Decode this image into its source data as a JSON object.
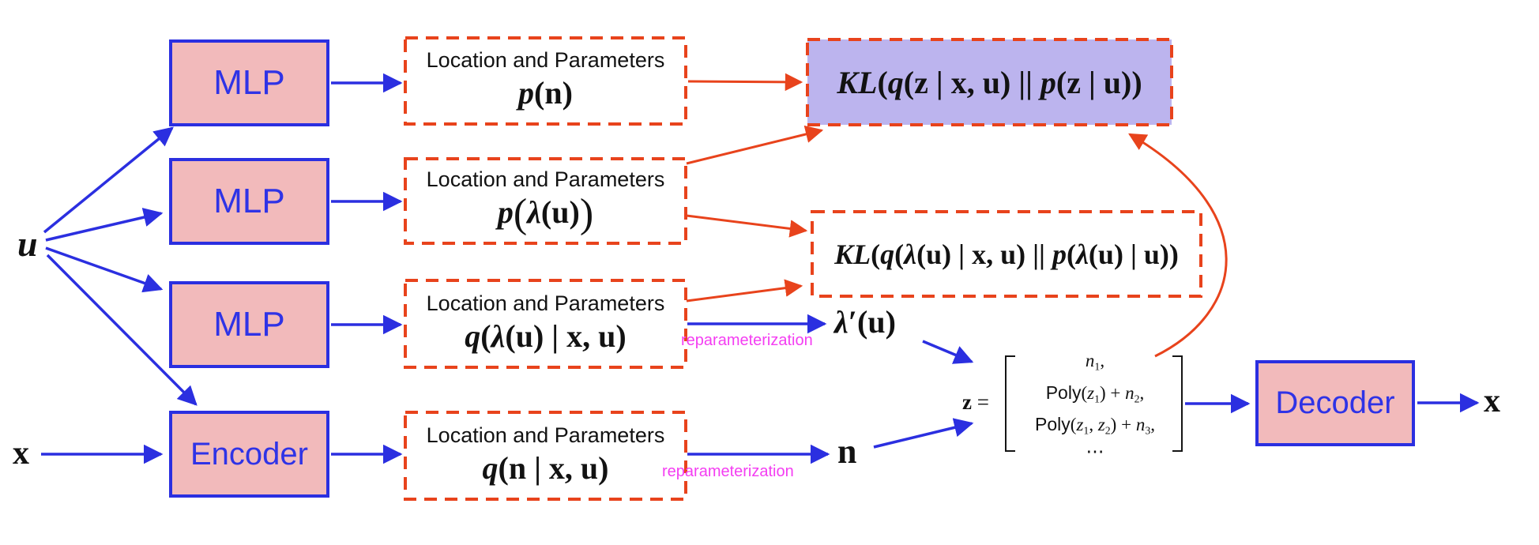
{
  "colors": {
    "arrow_blue": "#2b2fe0",
    "block_fill_pink": "#f2babb",
    "block_border_blue": "#2b2fe0",
    "block_text_blue": "#2f33e6",
    "dashed_red": "#e8431c",
    "kl_fill_purple": "#bcb4ee",
    "reparam_magenta": "#f43ef2",
    "text_black": "#121212",
    "background": "#ffffff"
  },
  "left_inputs": {
    "u": {
      "text": "u",
      "segments": [
        [
          "u",
          "bi"
        ]
      ]
    },
    "x": {
      "text": "x",
      "segments": [
        [
          "x",
          "bd"
        ]
      ]
    }
  },
  "network_blocks": {
    "mlp1": "MLP",
    "mlp2": "MLP",
    "mlp3": "MLP",
    "encoder": "Encoder",
    "decoder": "Decoder"
  },
  "param_boxes": {
    "title": "Location and Parameters",
    "p_n": {
      "text": "p(n)",
      "segments": [
        [
          "p",
          "it"
        ],
        [
          "(",
          "rm"
        ],
        [
          "n",
          "bd"
        ],
        [
          ")",
          "rm"
        ]
      ]
    },
    "p_lambda_u": {
      "text": "p(λ(u))",
      "segments": [
        [
          "p",
          "it"
        ],
        [
          "(",
          "lg"
        ],
        [
          "λ",
          "bi"
        ],
        [
          "(",
          "rm"
        ],
        [
          "u",
          "bd"
        ],
        [
          ")",
          "rm"
        ],
        [
          ")",
          "lg"
        ]
      ]
    },
    "q_lambda_u": {
      "text": "q(λ(u) | x, u)",
      "segments": [
        [
          "q",
          "it"
        ],
        [
          "(",
          "rm"
        ],
        [
          "λ",
          "bi"
        ],
        [
          "(",
          "rm"
        ],
        [
          "u",
          "bd"
        ],
        [
          ") | ",
          "rm"
        ],
        [
          "x",
          "bd"
        ],
        [
          ", ",
          "rm"
        ],
        [
          "u",
          "bd"
        ],
        [
          ")",
          "rm"
        ]
      ]
    },
    "q_n_xu": {
      "text": "q(n | x, u)",
      "segments": [
        [
          "q",
          "it"
        ],
        [
          "(",
          "rm"
        ],
        [
          "n",
          "bd"
        ],
        [
          " | ",
          "rm"
        ],
        [
          "x",
          "bd"
        ],
        [
          ", ",
          "rm"
        ],
        [
          "u",
          "bd"
        ],
        [
          ")",
          "rm"
        ]
      ]
    }
  },
  "kl_terms": {
    "kl_z": {
      "text": "KL(q(z | x, u) || p(z | u))",
      "segments": [
        [
          "KL",
          "it"
        ],
        [
          "(",
          "rm"
        ],
        [
          "q",
          "it"
        ],
        [
          "(",
          "rm"
        ],
        [
          "z",
          "bd"
        ],
        [
          " | ",
          "rm"
        ],
        [
          "x",
          "bd"
        ],
        [
          ", ",
          "rm"
        ],
        [
          "u",
          "bd"
        ],
        [
          ") || ",
          "rm"
        ],
        [
          "p",
          "it"
        ],
        [
          "(",
          "rm"
        ],
        [
          "z",
          "bd"
        ],
        [
          " | ",
          "rm"
        ],
        [
          "u",
          "bd"
        ],
        [
          "))",
          "rm"
        ]
      ]
    },
    "kl_lambda": {
      "text": "KL(q(λ(u) | x, u) || p(λ(u) | u))",
      "segments": [
        [
          "KL",
          "it"
        ],
        [
          "(",
          "rm"
        ],
        [
          "q",
          "it"
        ],
        [
          "(",
          "rm"
        ],
        [
          "λ",
          "bi"
        ],
        [
          "(",
          "rm"
        ],
        [
          "u",
          "bd"
        ],
        [
          ") | ",
          "rm"
        ],
        [
          "x",
          "bd"
        ],
        [
          ", ",
          "rm"
        ],
        [
          "u",
          "bd"
        ],
        [
          ") || ",
          "rm"
        ],
        [
          "p",
          "it"
        ],
        [
          "(",
          "rm"
        ],
        [
          "λ",
          "bi"
        ],
        [
          "(",
          "rm"
        ],
        [
          "u",
          "bd"
        ],
        [
          ") | ",
          "rm"
        ],
        [
          "u",
          "bd"
        ],
        [
          "))",
          "rm"
        ]
      ]
    }
  },
  "reparameterization_label": "reparameterization",
  "latents": {
    "lambda_prime_u": {
      "text": "λ′(u)",
      "segments": [
        [
          "λ",
          "bi"
        ],
        [
          "′(",
          "rm"
        ],
        [
          "u",
          "bd"
        ],
        [
          ")",
          "rm"
        ]
      ]
    },
    "n": {
      "text": "n",
      "segments": [
        [
          "n",
          "bd"
        ]
      ]
    }
  },
  "z_equation": {
    "lhs": {
      "text": "z =",
      "segments": [
        [
          "z",
          "bd"
        ],
        [
          " =",
          "rm"
        ]
      ]
    },
    "rows": [
      {
        "text": "n1,",
        "segments": [
          [
            "n",
            "it"
          ],
          [
            "1",
            "sub"
          ],
          [
            ",",
            "rm"
          ]
        ]
      },
      {
        "text": "Poly(z1) + n2,",
        "segments": [
          [
            "Poly",
            "sans"
          ],
          [
            "(",
            "rm"
          ],
          [
            "z",
            "it"
          ],
          [
            "1",
            "sub"
          ],
          [
            ") + ",
            "rm"
          ],
          [
            "n",
            "it"
          ],
          [
            "2",
            "sub"
          ],
          [
            ",",
            "rm"
          ]
        ]
      },
      {
        "text": "Poly(z1, z2) + n3,",
        "segments": [
          [
            "Poly",
            "sans"
          ],
          [
            "(",
            "rm"
          ],
          [
            "z",
            "it"
          ],
          [
            "1",
            "sub"
          ],
          [
            ", ",
            "rm"
          ],
          [
            "z",
            "it"
          ],
          [
            "2",
            "sub"
          ],
          [
            ") + ",
            "rm"
          ],
          [
            "n",
            "it"
          ],
          [
            "3",
            "sub"
          ],
          [
            ",",
            "rm"
          ]
        ]
      },
      {
        "text": "⋯",
        "segments": [
          [
            "⋯",
            "rm"
          ]
        ]
      }
    ]
  },
  "output": {
    "x": {
      "text": "x",
      "segments": [
        [
          "x",
          "bd"
        ]
      ]
    }
  }
}
